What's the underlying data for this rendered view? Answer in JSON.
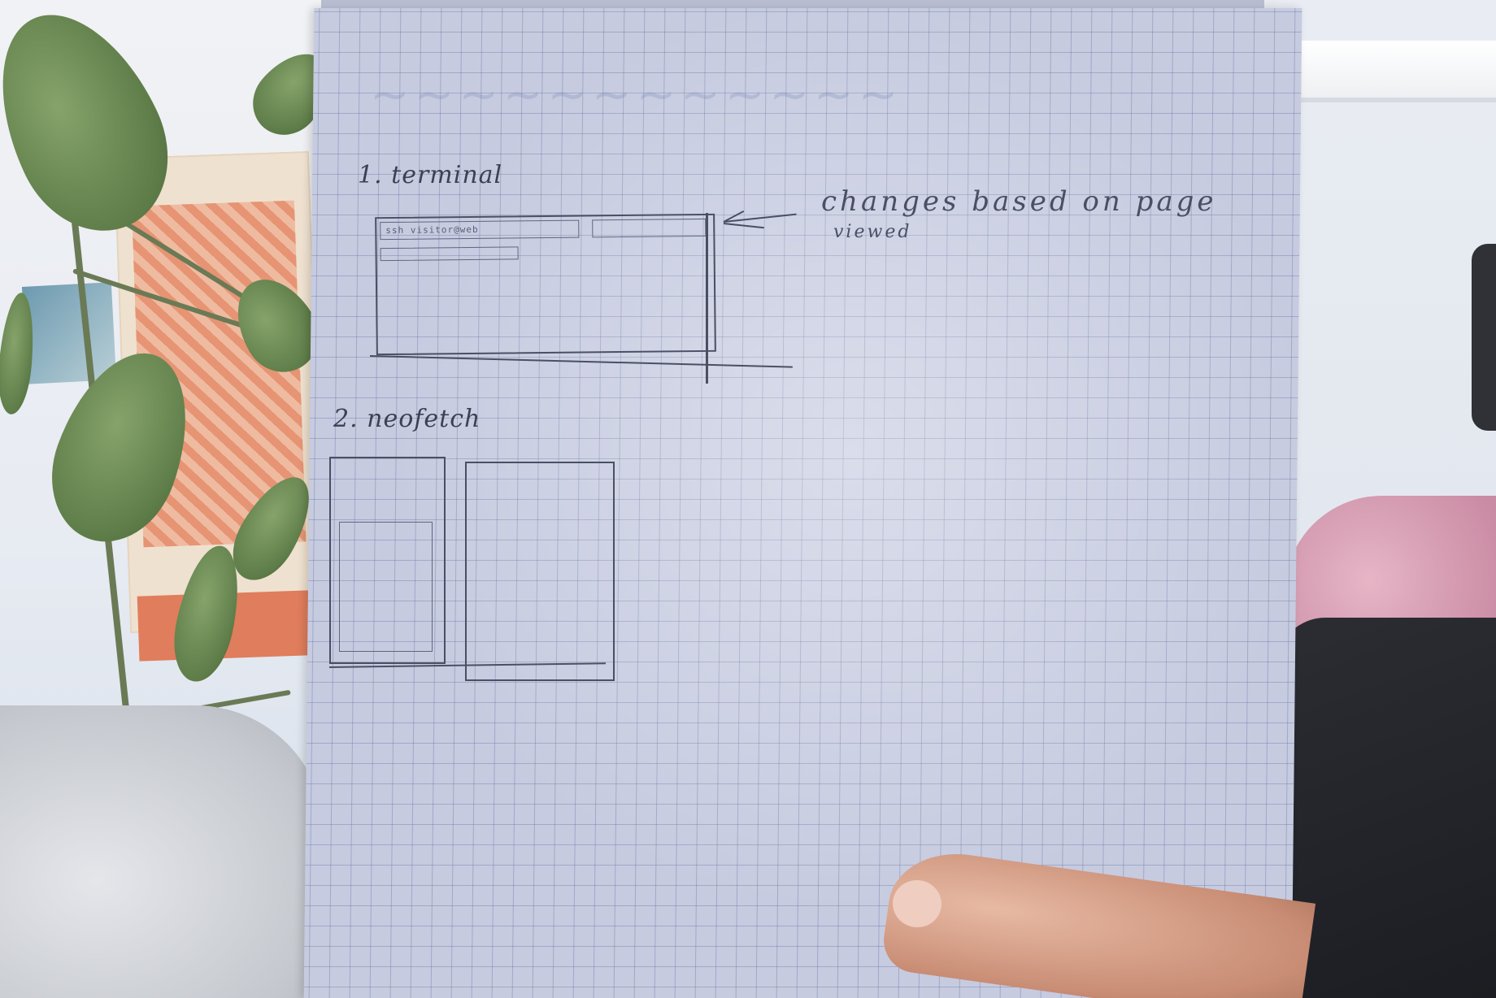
{
  "sketch": {
    "section1_label": "1. terminal",
    "annotation_line1": "changes based on page",
    "annotation_line2": "viewed",
    "terminal_prompt_text": "ssh visitor@web",
    "section2_label": "2. neofetch"
  },
  "colors": {
    "paper": "#c6cbe0",
    "grid": "#5a6896",
    "pencil": "#3b4053",
    "poster_accent": "#e07d5c",
    "leaf": "#5f7d49"
  }
}
